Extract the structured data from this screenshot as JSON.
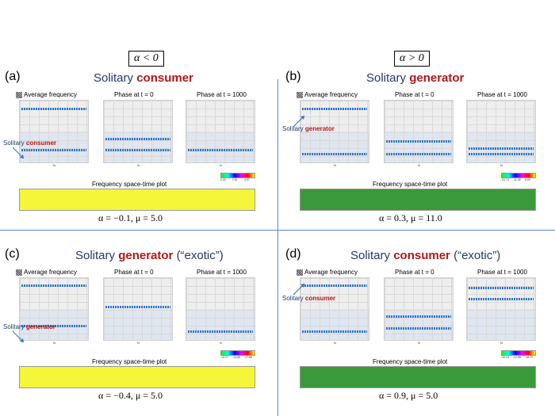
{
  "headers": {
    "left": "α < 0",
    "right": "α > 0"
  },
  "colors": {
    "title_blue": "#1f3a6e",
    "title_red": "#b01818",
    "divider": "#5b87c5",
    "dot_blue": "#2e75c4",
    "yellow": "#f5f53a",
    "green": "#3a9a3a"
  },
  "panels": [
    {
      "label": "(a)",
      "title_prefix": "Solitary",
      "title_role": "consumer",
      "title_suffix": "",
      "subtitles": [
        "Average frequency",
        "Phase at t = 0",
        "Phase at t = 1000"
      ],
      "annotation_prefix": "Solitary",
      "annotation_role": "consumer",
      "spt_title": "Frequency space-time plot",
      "spt_color": "yellow",
      "params": "α = −0.1,  μ = 5.0",
      "cbar_labels": [
        "0.00",
        "2.51",
        "4.97"
      ]
    },
    {
      "label": "(b)",
      "title_prefix": "Solitary",
      "title_role": "generator",
      "title_suffix": "",
      "subtitles": [
        "Average frequency",
        "Phase at t = 0",
        "Phase at t = 1000"
      ],
      "annotation_prefix": "Solitary",
      "annotation_role": "generator",
      "spt_title": "Frequency space-time plot",
      "spt_color": "green",
      "params": "α = 0.3,  μ = 11.0",
      "cbar_labels": [
        "-91.74",
        "-11.38",
        "8.99"
      ]
    },
    {
      "label": "(c)",
      "title_prefix": "Solitary",
      "title_role": "generator",
      "title_suffix": "(“exotic”)",
      "subtitles": [
        "Average frequency",
        "Phase at t = 0",
        "Phase at t = 1000"
      ],
      "annotation_prefix": "Solitary",
      "annotation_role": "generator",
      "spt_title": "Frequency space-time plot",
      "spt_color": "yellow",
      "params": "α = −0.4,  μ = 5.0",
      "cbar_labels": [
        "-10.27",
        "-13.88",
        "-17.88"
      ]
    },
    {
      "label": "(d)",
      "title_prefix": "Solitary",
      "title_role": "consumer",
      "title_suffix": "(“exotic”)",
      "subtitles": [
        "Average frequency",
        "Phase at t = 0",
        "Phase at t = 1000"
      ],
      "annotation_prefix": "Solitary",
      "annotation_role": "consumer",
      "spt_title": "Frequency space-time plot",
      "spt_color": "green",
      "params": "α = 0.9,  μ = 5.0",
      "cbar_labels": [
        "-30.44",
        "-22.88",
        "-18.79"
      ]
    }
  ]
}
